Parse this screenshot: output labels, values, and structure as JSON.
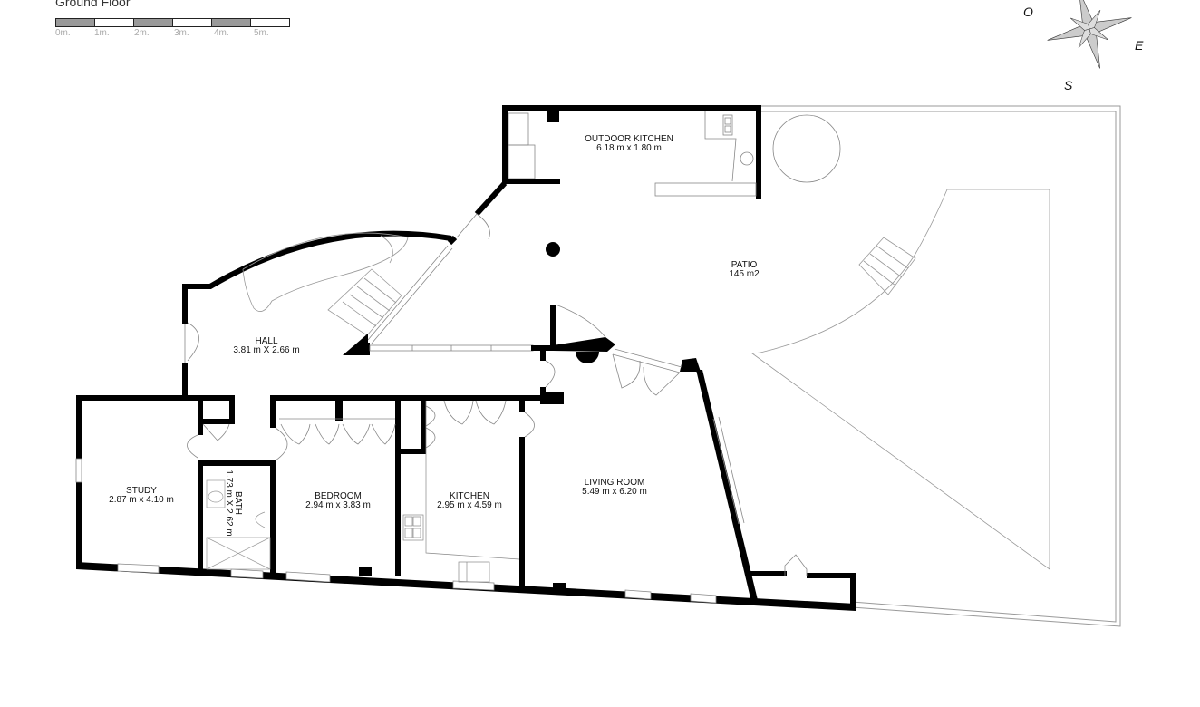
{
  "header": {
    "floor_title": "Ground Floor",
    "scale": {
      "segments": [
        "dark",
        "light",
        "dark",
        "light",
        "dark",
        "light"
      ],
      "labels": [
        "0m.",
        "1m.",
        "2m.",
        "3m.",
        "4m.",
        "5m."
      ]
    }
  },
  "compass": {
    "north_hidden": "",
    "west": "O",
    "east": "E",
    "south": "S"
  },
  "rooms": {
    "outdoor_kitchen": {
      "name": "OUTDOOR KITCHEN",
      "size": "6.18 m x 1.80 m"
    },
    "patio": {
      "name": "PATIO",
      "size": "145 m2"
    },
    "hall": {
      "name": "HALL",
      "size": "3.81 m X 2.66 m"
    },
    "study": {
      "name": "STUDY",
      "size": "2.87 m x 4.10 m"
    },
    "bath": {
      "name": "BATH",
      "size": "1.73 m X 2.62 m"
    },
    "bedroom": {
      "name": "BEDROOM",
      "size": "2.94 m x 3.83 m"
    },
    "kitchen": {
      "name": "KITCHEN",
      "size": "2.95 m x 4.59 m"
    },
    "living_room": {
      "name": "LIVING ROOM",
      "size": "5.49 m x 6.20 m"
    }
  },
  "colors": {
    "wall": "#000000",
    "thin_line": "#888888",
    "scale_dark": "#9a9a9a",
    "background": "#ffffff"
  }
}
